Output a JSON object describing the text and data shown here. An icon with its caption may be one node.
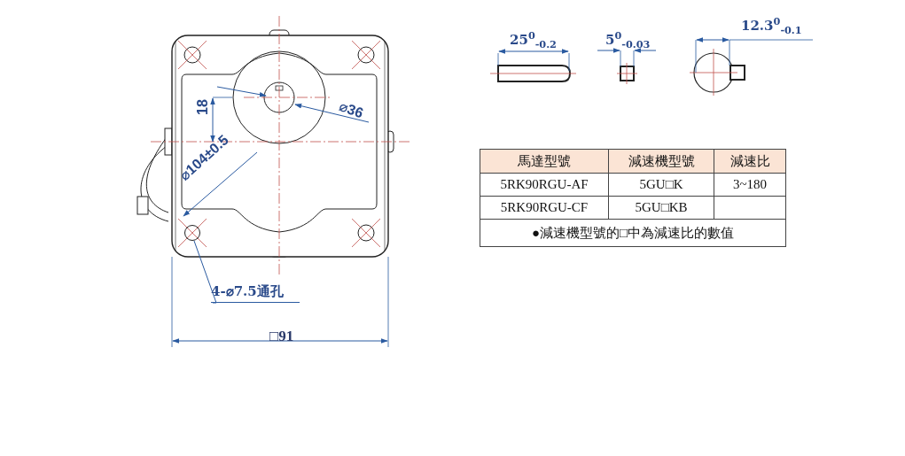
{
  "diagram": {
    "nodes": [
      {
        "text": [
          "4-⌀7.5通孔"
        ]
      },
      {
        "text": [],
        "shape": "circle"
      }
    ],
    "edges": [
      {
        "from": 0,
        "to": 1,
        "arrow": "none"
      }
    ],
    "labels": [
      "25$^{0}$$_{-0.2}$",
      "5$^{0}$$_{-0.03}$",
      "12.3$^{0}$$_{-0.1}$",
      "18",
      "⌀36",
      "⌀104±0.5",
      "馬達型號",
      "減速機型號",
      "減速比",
      "5RK90RGU-AF",
      "5GU□K",
      "3~180",
      "5RK90RGU-CF",
      "5GU□KB",
      "●減速機型號的□中為減速比的數值",
      "□91"
    ]
  }
}
